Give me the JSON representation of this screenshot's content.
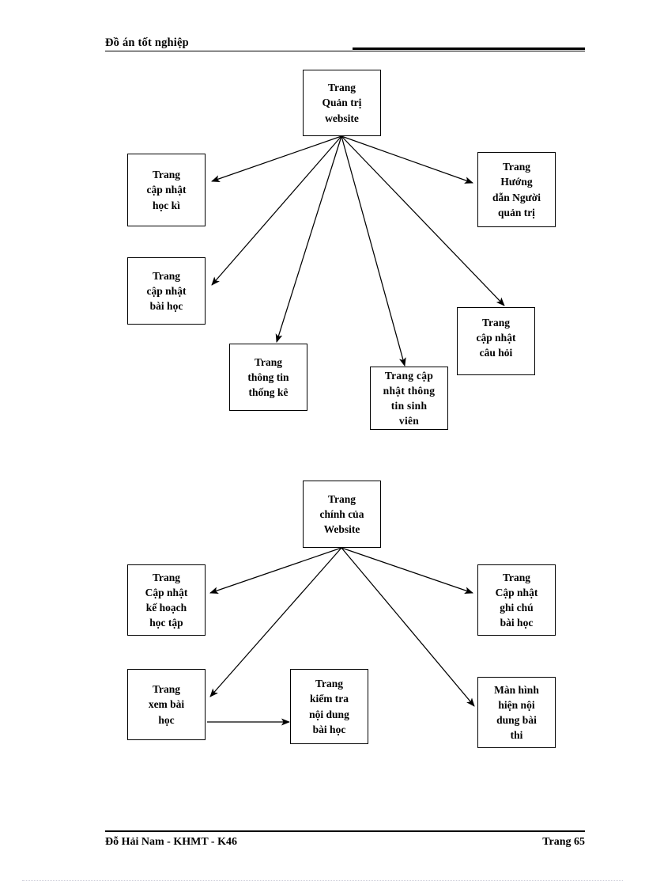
{
  "header": {
    "title": "Đồ án tốt nghiệp"
  },
  "footer": {
    "author": "Đỗ Hải Nam - KHMT - K46",
    "page": "Trang 65"
  },
  "colors": {
    "ink": "#000000",
    "paper": "#ffffff"
  },
  "diagrams": [
    {
      "name": "admin-site-map",
      "root": {
        "id": "admin-root",
        "label": "Trang\nQuản trị\nwebsite"
      },
      "nodes": [
        {
          "id": "admin-hoc-ki",
          "label": "Trang\ncập nhật\nhọc kì"
        },
        {
          "id": "admin-bai-hoc",
          "label": "Trang\ncập nhật\nbài học"
        },
        {
          "id": "admin-thong-ke",
          "label": "Trang\nthông tin\nthống kê"
        },
        {
          "id": "admin-sinh-vien",
          "label": "Trang cập\nnhật thông\ntin sinh\nviên"
        },
        {
          "id": "admin-cau-hoi",
          "label": "Trang\ncập nhật\ncâu hỏi"
        },
        {
          "id": "admin-huong-dan",
          "label": "Trang\nHướng\ndẫn Người\nquản trị"
        }
      ],
      "edges": [
        {
          "from": "admin-root",
          "to": "admin-hoc-ki"
        },
        {
          "from": "admin-root",
          "to": "admin-bai-hoc"
        },
        {
          "from": "admin-root",
          "to": "admin-thong-ke"
        },
        {
          "from": "admin-root",
          "to": "admin-sinh-vien"
        },
        {
          "from": "admin-root",
          "to": "admin-cau-hoi"
        },
        {
          "from": "admin-root",
          "to": "admin-huong-dan"
        }
      ]
    },
    {
      "name": "public-site-map",
      "root": {
        "id": "main-root",
        "label": "Trang\nchính của\nWebsite"
      },
      "nodes": [
        {
          "id": "main-ke-hoach",
          "label": "Trang\nCập nhật\nkế hoạch\nhọc tập"
        },
        {
          "id": "main-xem-bai",
          "label": "Trang\nxem bài\nhọc"
        },
        {
          "id": "main-kiem-tra",
          "label": "Trang\nkiểm tra\nnội dung\nbài học"
        },
        {
          "id": "main-man-hinh",
          "label": "Màn hình\nhiện nội\ndung bài\nthi"
        },
        {
          "id": "main-ghi-chu",
          "label": "Trang\nCập nhật\nghi chú\nbài học"
        }
      ],
      "edges": [
        {
          "from": "main-root",
          "to": "main-ke-hoach"
        },
        {
          "from": "main-root",
          "to": "main-xem-bai"
        },
        {
          "from": "main-root",
          "to": "main-man-hinh"
        },
        {
          "from": "main-root",
          "to": "main-ghi-chu"
        },
        {
          "from": "main-xem-bai",
          "to": "main-kiem-tra"
        }
      ]
    }
  ]
}
